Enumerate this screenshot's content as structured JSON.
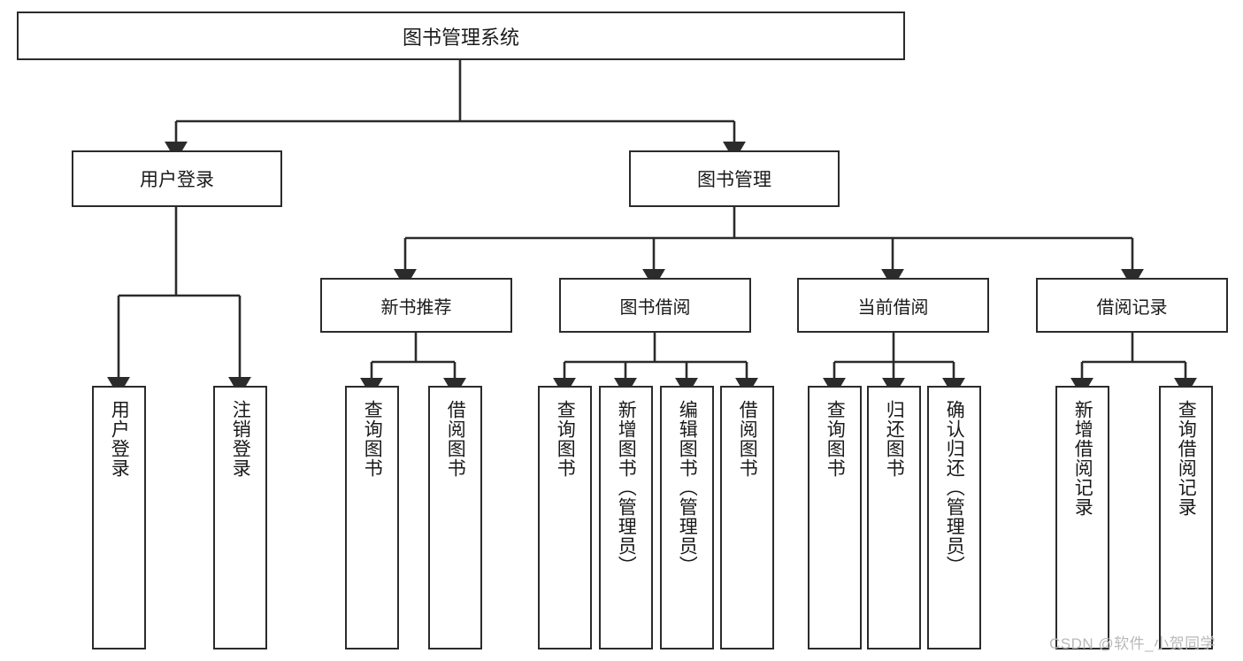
{
  "diagram": {
    "type": "tree",
    "title": "图书管理系统",
    "watermark": "CSDN @软件_小贺同学",
    "colors": {
      "box_border": "#2b2b2b",
      "box_fill": "#ffffff",
      "line": "#2b2b2b",
      "text": "#1a1a1a",
      "watermark": "#b9b9b9",
      "background": "#ffffff"
    },
    "root": {
      "label": "图书管理系统"
    },
    "level1": [
      {
        "label": "用户登录"
      },
      {
        "label": "图书管理"
      }
    ],
    "level2": [
      {
        "label": "新书推荐"
      },
      {
        "label": "图书借阅"
      },
      {
        "label": "当前借阅"
      },
      {
        "label": "借阅记录"
      }
    ],
    "leaves": {
      "user_login": [
        {
          "label": "用户登录"
        },
        {
          "label": "注销登录"
        }
      ],
      "new_book_recommend": [
        {
          "label": "查询图书"
        },
        {
          "label": "借阅图书"
        }
      ],
      "book_borrow": [
        {
          "label": "查询图书"
        },
        {
          "label": "新增图书（管理员）"
        },
        {
          "label": "编辑图书（管理员）"
        },
        {
          "label": "借阅图书"
        }
      ],
      "current_borrow": [
        {
          "label": "查询图书"
        },
        {
          "label": "归还图书"
        },
        {
          "label": "确认归还（管理员）"
        }
      ],
      "borrow_record": [
        {
          "label": "新增借阅记录"
        },
        {
          "label": "查询借阅记录"
        }
      ]
    }
  }
}
